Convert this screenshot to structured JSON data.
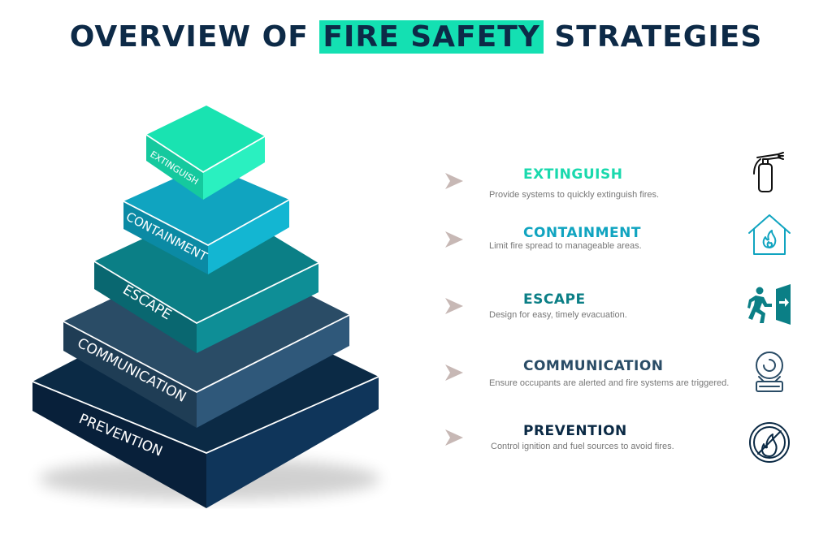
{
  "title": {
    "before": "OVERVIEW OF ",
    "highlight": "FIRE SAFETY",
    "after": " STRATEGIES"
  },
  "colors": {
    "title": "#0d2a47",
    "highlight": "#14e0b2",
    "extinguish": "#19e3b1",
    "containment": "#10a4c0",
    "escape": "#0b7f86",
    "communication": "#2a4c66",
    "prevention": "#0b2a45",
    "chevron": "#c7b8b5"
  },
  "layers": [
    {
      "id": "extinguish",
      "label": "EXTINGUISH"
    },
    {
      "id": "containment",
      "label": "CONTAINMENT"
    },
    {
      "id": "escape",
      "label": "ESCAPE"
    },
    {
      "id": "communication",
      "label": "COMMUNICATION"
    },
    {
      "id": "prevention",
      "label": "PREVENTION"
    }
  ],
  "strategies": [
    {
      "title": "EXTINGUISH",
      "description": "Provide systems to quickly extinguish fires.",
      "icon": "fire-extinguisher-icon"
    },
    {
      "title": "CONTAINMENT",
      "description": "Limit fire spread to manageable areas.",
      "icon": "house-fire-icon"
    },
    {
      "title": "ESCAPE",
      "description": "Design for easy, timely evacuation.",
      "icon": "emergency-exit-icon"
    },
    {
      "title": "COMMUNICATION",
      "description": "Ensure occupants are alerted and fire systems are triggered.",
      "icon": "fire-alarm-bell-icon"
    },
    {
      "title": "PREVENTION",
      "description": "Control ignition and fuel sources to avoid fires.",
      "icon": "no-fire-icon"
    }
  ]
}
